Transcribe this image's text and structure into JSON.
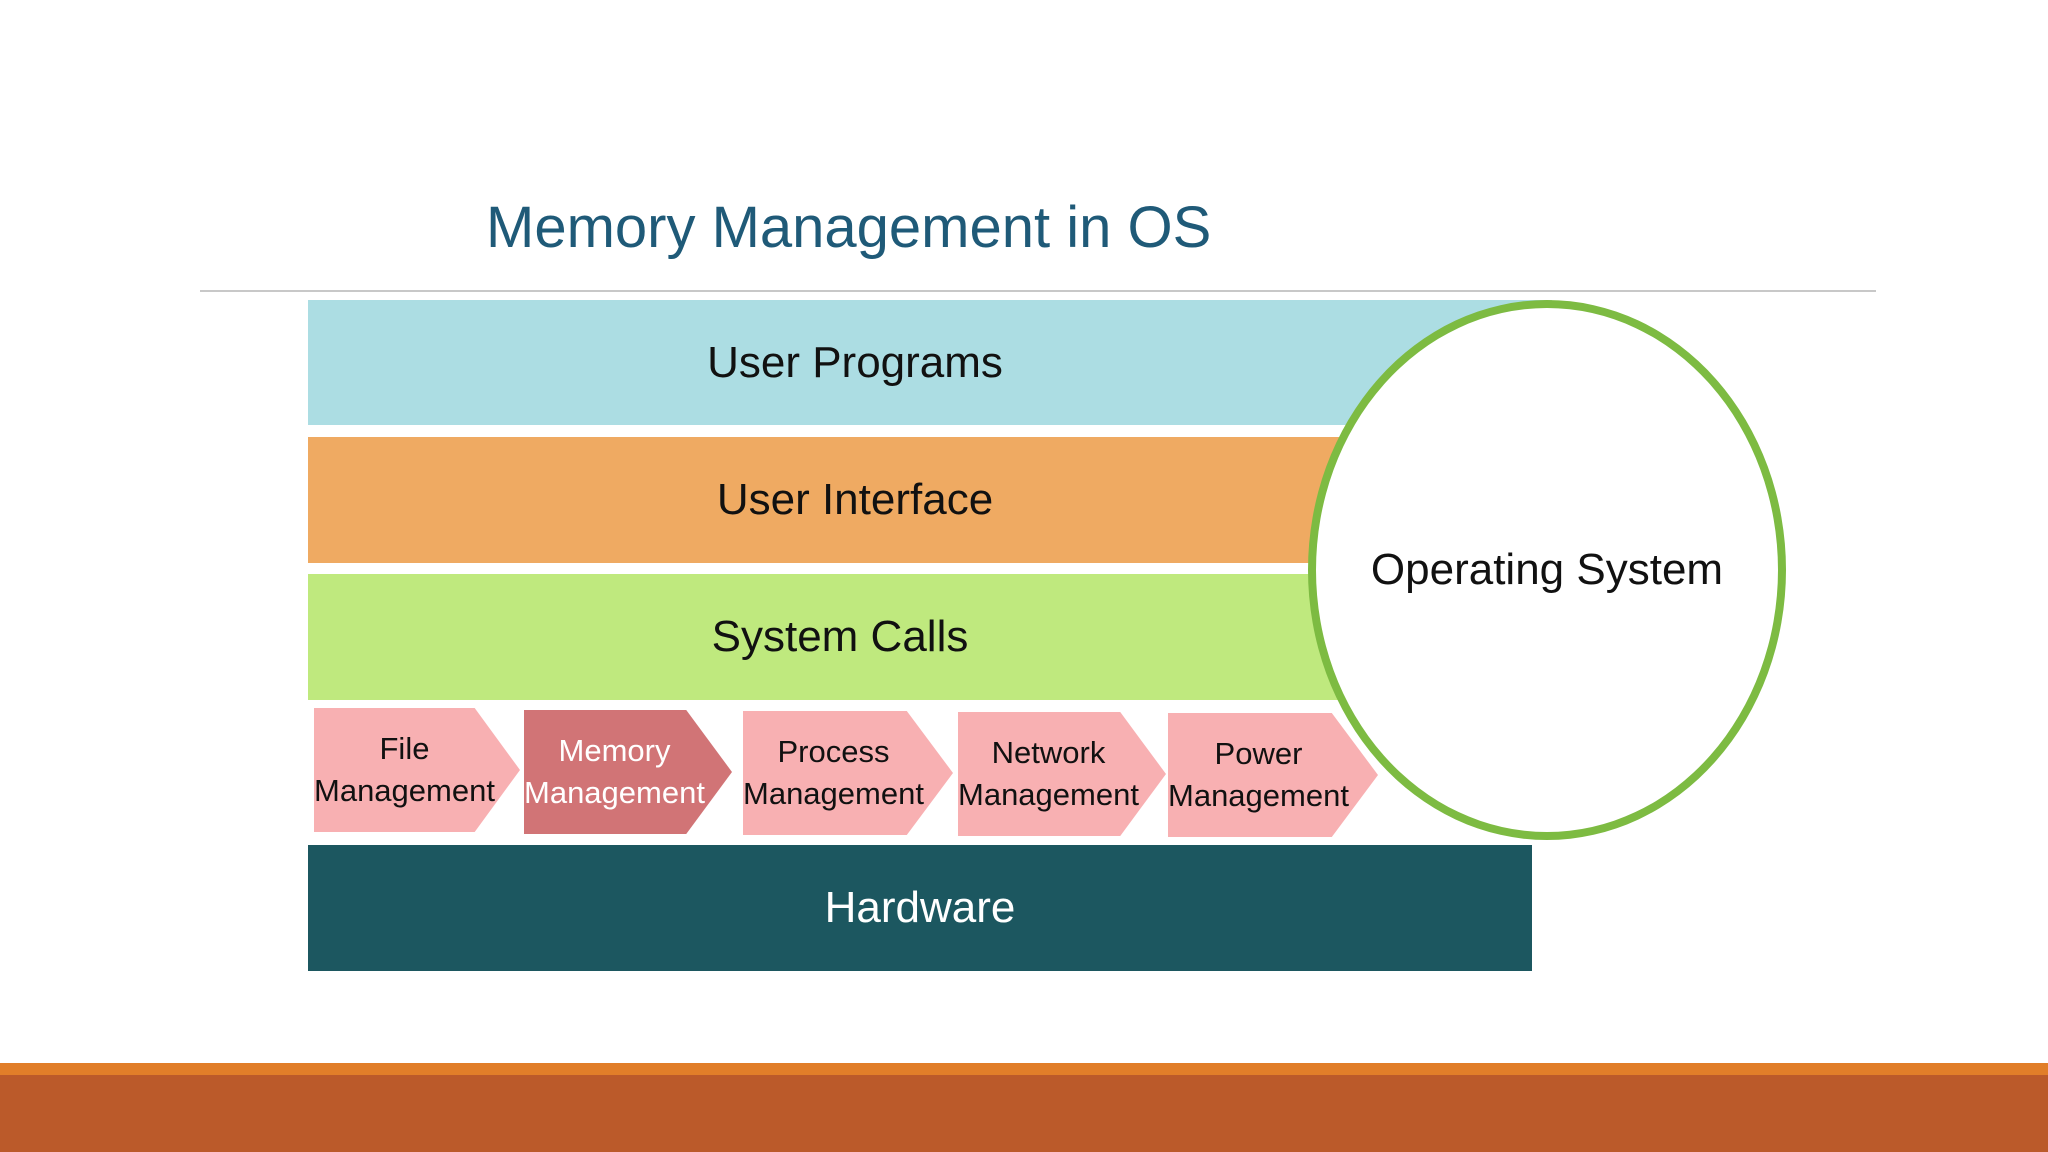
{
  "title": "Memory Management in OS",
  "layers": {
    "user_programs": "User Programs",
    "user_interface": "User Interface",
    "system_calls": "System Calls",
    "hardware": "Hardware"
  },
  "operating_system": "Operating System",
  "modules": [
    {
      "label": "File\nManagement",
      "highlighted": false
    },
    {
      "label": "Memory\nManagement",
      "highlighted": true
    },
    {
      "label": "Process\nManagement",
      "highlighted": false
    },
    {
      "label": "Network\nManagement",
      "highlighted": false
    },
    {
      "label": "Power\nManagement",
      "highlighted": false
    }
  ],
  "colors": {
    "title": "#1f5a78",
    "user_programs": "#acdde3",
    "user_interface": "#efaa62",
    "system_calls": "#bfe97e",
    "hardware": "#1c5760",
    "module": "#f8b0b2",
    "module_highlighted": "#d17476",
    "os_circle_border": "#7dbb42",
    "footer_stripe": "#e17e29",
    "footer_bar": "#bb5a2a"
  }
}
